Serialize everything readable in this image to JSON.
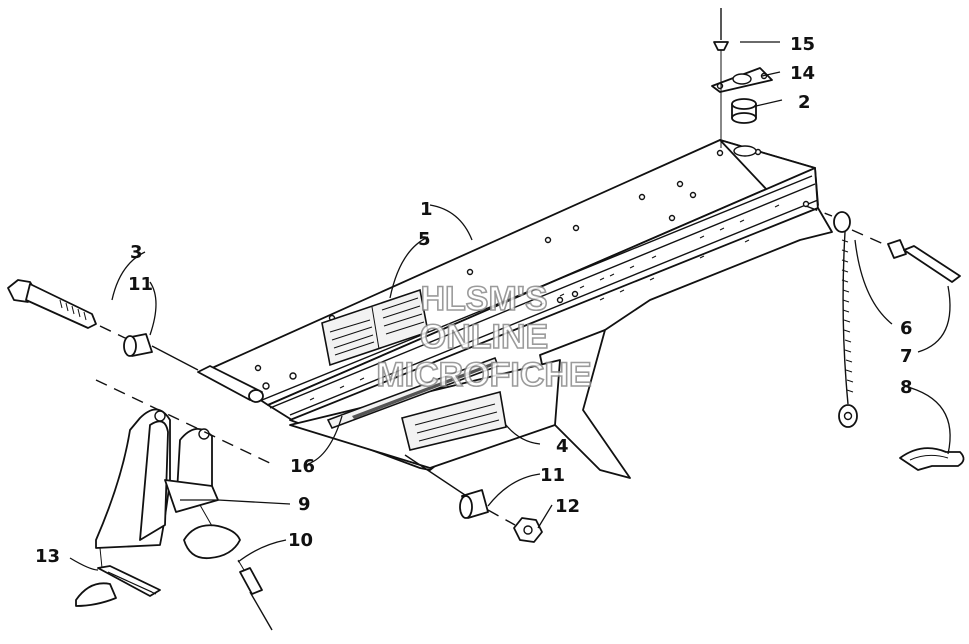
{
  "watermark": {
    "line1": "HLSM'S",
    "line2": "ONLINE",
    "line3": "MICROFICHE"
  },
  "callouts": {
    "c1": "1",
    "c2": "2",
    "c3": "3",
    "c4": "4",
    "c5": "5",
    "c6": "6",
    "c7": "7",
    "c8": "8",
    "c9": "9",
    "c10": "10",
    "c11a": "11",
    "c11b": "11",
    "c12": "12",
    "c13": "13",
    "c14": "14",
    "c15": "15",
    "c16": "16"
  }
}
